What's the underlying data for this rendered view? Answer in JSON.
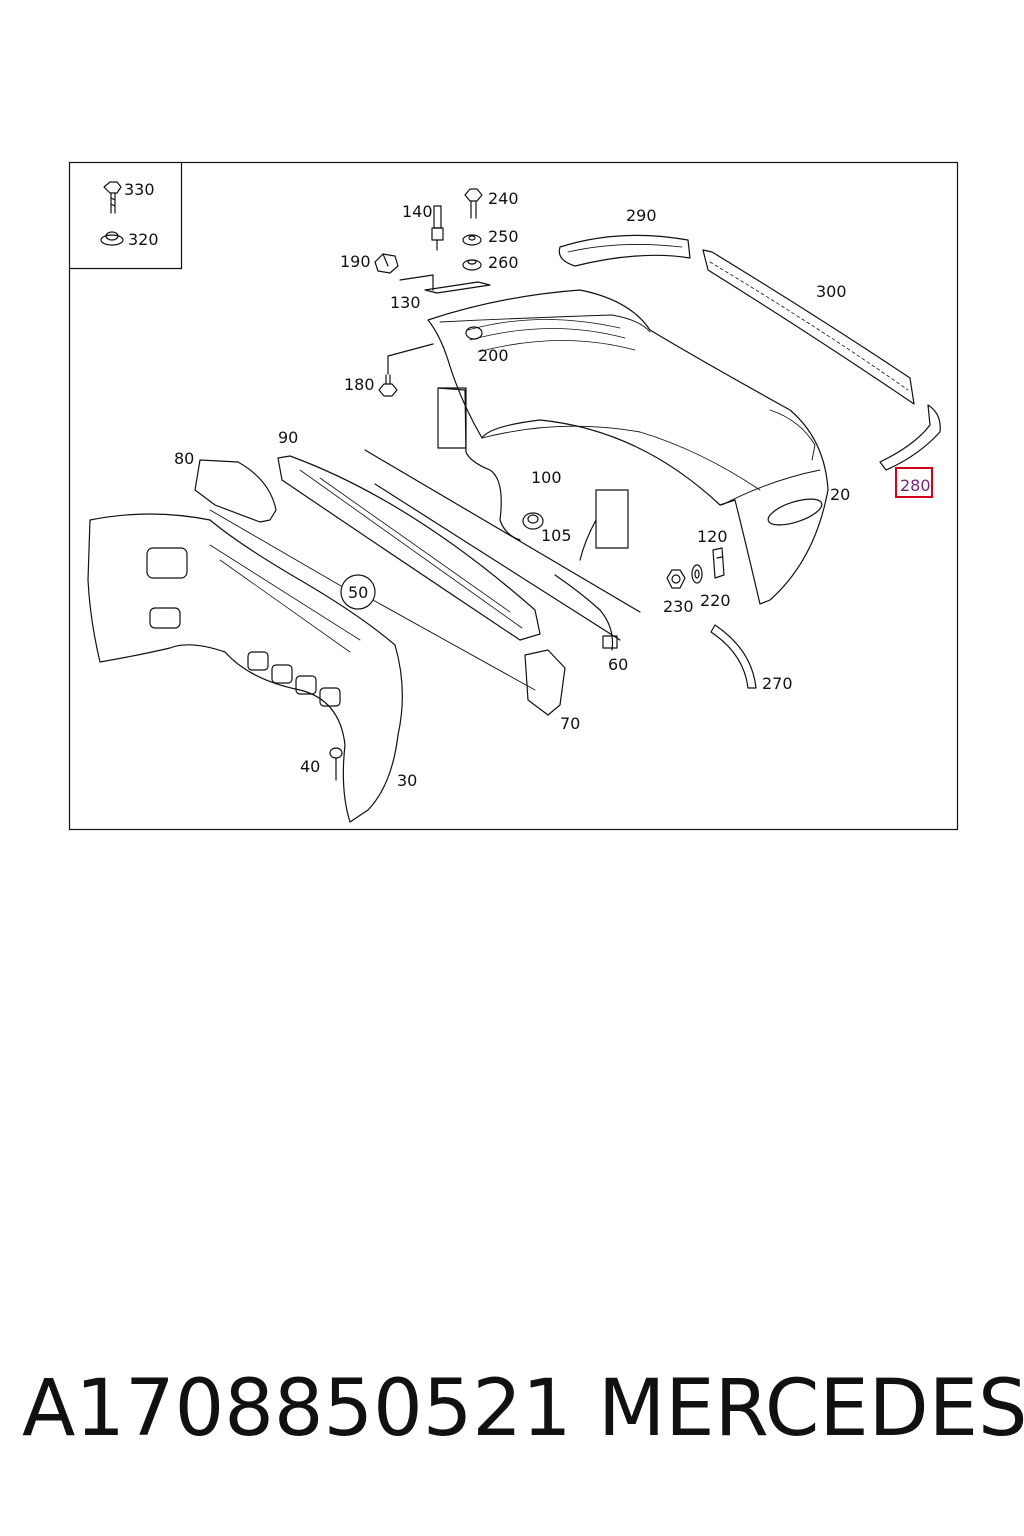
{
  "diagram": {
    "callouts": [
      {
        "id": "c330",
        "text": "330"
      },
      {
        "id": "c320",
        "text": "320"
      },
      {
        "id": "c240",
        "text": "240"
      },
      {
        "id": "c140",
        "text": "140"
      },
      {
        "id": "c250",
        "text": "250"
      },
      {
        "id": "c190",
        "text": "190"
      },
      {
        "id": "c260",
        "text": "260"
      },
      {
        "id": "c130",
        "text": "130"
      },
      {
        "id": "c290",
        "text": "290"
      },
      {
        "id": "c300",
        "text": "300"
      },
      {
        "id": "c200",
        "text": "200"
      },
      {
        "id": "c180",
        "text": "180"
      },
      {
        "id": "c90",
        "text": "90"
      },
      {
        "id": "c80",
        "text": "80"
      },
      {
        "id": "c100",
        "text": "100"
      },
      {
        "id": "c280",
        "text": "280"
      },
      {
        "id": "c20",
        "text": "20"
      },
      {
        "id": "c105",
        "text": "105"
      },
      {
        "id": "c120",
        "text": "120"
      },
      {
        "id": "c50",
        "text": "50"
      },
      {
        "id": "c230",
        "text": "230"
      },
      {
        "id": "c220",
        "text": "220"
      },
      {
        "id": "c60",
        "text": "60"
      },
      {
        "id": "c270",
        "text": "270"
      },
      {
        "id": "c70",
        "text": "70"
      },
      {
        "id": "c40",
        "text": "40"
      },
      {
        "id": "c30",
        "text": "30"
      }
    ],
    "highlighted_part": "280",
    "highlight_color": "#d0021b"
  },
  "footer": {
    "part_number": "A1708850521",
    "brand": "MERCEDES"
  }
}
